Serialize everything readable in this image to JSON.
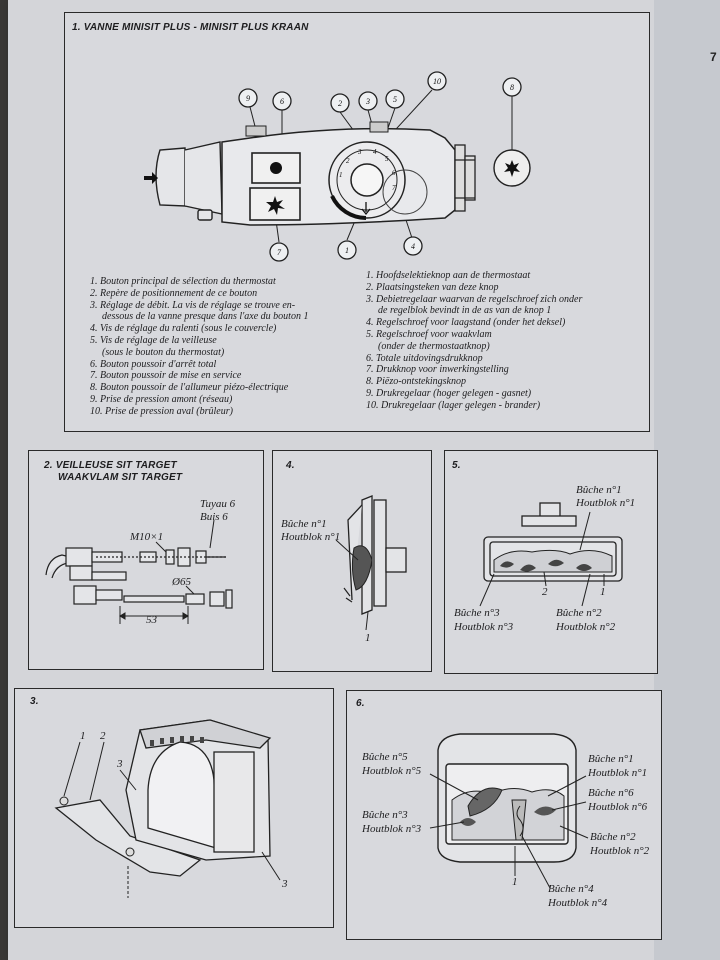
{
  "page_number": "7",
  "section1": {
    "title": "1. VANNE MINISIT PLUS - MINISIT PLUS KRAAN",
    "callouts": [
      "9",
      "6",
      "2",
      "3",
      "10",
      "5",
      "8",
      "7",
      "1",
      "4"
    ],
    "dial_ticks": [
      "1",
      "2",
      "3",
      "4",
      "5",
      "6",
      "7"
    ],
    "french_items": [
      "1. Bouton principal de sélection du thermostat",
      "2. Repère de positionnement de ce bouton",
      "3. Réglage de débit. La vis de réglage se trouve en-",
      "dessous de la vanne presque dans l'axe du bouton 1",
      "4. Vis de réglage du ralenti (sous le couvercle)",
      "5. Vis de réglage de la veilleuse",
      "(sous le bouton du thermostat)",
      "6. Bouton poussoir d'arrêt total",
      "7. Bouton poussoir de mise en service",
      "8. Bouton poussoir de l'allumeur piézo-électrique",
      "9. Prise de pression amont (réseau)",
      "10. Prise de pression aval (brûleur)"
    ],
    "dutch_items": [
      "1. Hoofdselektieknop aan de thermostaat",
      "2. Plaatsingsteken van deze knop",
      "3. Debietregelaar waarvan de regelschroef zich onder",
      "de regelblok bevindt in de as van de knop 1",
      "4. Regelschroef voor laagstand (onder het deksel)",
      "5. Regelschroef voor waakvlam",
      "(onder de thermostaatknop)",
      "6. Totale uitdovingsdrukknop",
      "7. Drukknop voor inwerkingstelling",
      "8. Piëzo-ontstekingsknop",
      "9. Drukregelaar (hoger gelegen - gasnet)",
      "10. Drukregelaar (lager gelegen - brander)"
    ]
  },
  "section2": {
    "title_line1": "2. VEILLEUSE SIT TARGET",
    "title_line2": "WAAKVLAM SIT TARGET",
    "tuyau": "Tuyau 6",
    "buis": "Buis 6",
    "m10": "M10×1",
    "phi65": "Ø65",
    "dim53": "53"
  },
  "section4": {
    "title": "4.",
    "buche1": "Bûche n°1",
    "houtblok1": "Houtblok n°1",
    "num1": "1"
  },
  "section5": {
    "title": "5.",
    "buche1": "Bûche n°1",
    "houtblok1": "Houtblok n°1",
    "num2": "2",
    "num1": "1",
    "buche3": "Bûche n°3",
    "houtblok3": "Houtblok n°3",
    "buche2": "Bûche n°2",
    "houtblok2": "Houtblok n°2"
  },
  "section3": {
    "title": "3.",
    "num1": "1",
    "num2": "2",
    "num3a": "3",
    "num3b": "3"
  },
  "section6": {
    "title": "6.",
    "buche5": "Bûche n°5",
    "houtblok5": "Houtblok n°5",
    "buche3": "Bûche n°3",
    "houtblok3": "Houtblok n°3",
    "buche1": "Bûche n°1",
    "houtblok1": "Houtblok n°1",
    "buche6": "Bûche n°6",
    "houtblok6": "Houtblok n°6",
    "buche2": "Bûche n°2",
    "houtblok2": "Houtblok n°2",
    "num1": "1",
    "buche4": "Bûche n°4",
    "houtblok4": "Houtblok n°4"
  }
}
